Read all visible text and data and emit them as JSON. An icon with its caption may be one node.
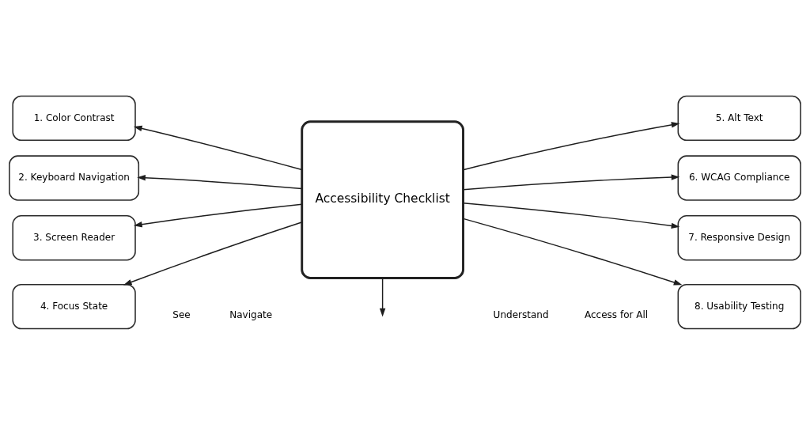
{
  "diagram": {
    "nodes": [
      {
        "text": [
          "Accessibility Checklist"
        ]
      },
      {
        "text": [
          "1. Color Contrast"
        ]
      },
      {
        "text": [
          "2. Keyboard Navigation"
        ]
      },
      {
        "text": [
          "3. Screen Reader"
        ]
      },
      {
        "text": [
          "4. Focus State"
        ]
      },
      {
        "text": [
          "5. Alt Text"
        ]
      },
      {
        "text": [
          "6. WCAG Compliance"
        ]
      },
      {
        "text": [
          "7. Responsive Design"
        ]
      },
      {
        "text": [
          "8. Usability Testing"
        ]
      }
    ],
    "edges": [
      {
        "from": 0,
        "to": 1,
        "arrow": "to"
      },
      {
        "from": 0,
        "to": 2,
        "arrow": "to"
      },
      {
        "from": 0,
        "to": 3,
        "arrow": "to"
      },
      {
        "from": 0,
        "to": 4,
        "arrow": "to"
      },
      {
        "from": 0,
        "to": 5,
        "arrow": "to"
      },
      {
        "from": 0,
        "to": 6,
        "arrow": "to"
      },
      {
        "from": 0,
        "to": 7,
        "arrow": "to"
      },
      {
        "from": 0,
        "to": 8,
        "arrow": "to"
      },
      {
        "from": 0,
        "to": null,
        "arrow": "to"
      }
    ],
    "labels": [
      "See",
      "Navigate",
      "Understand",
      "Access for All"
    ]
  }
}
